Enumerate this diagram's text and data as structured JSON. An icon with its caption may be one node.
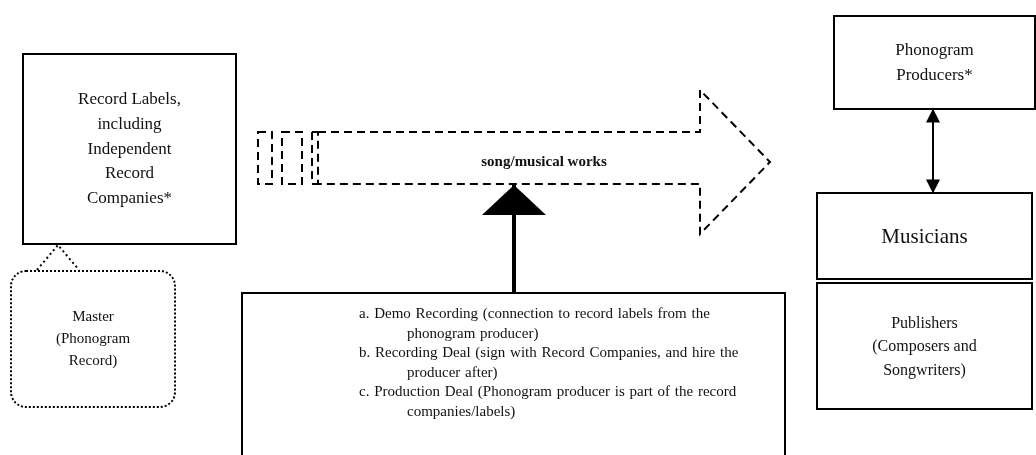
{
  "diagram": {
    "nodes": [
      {
        "text": [
          "Record Labels, including Independent Record Companies*"
        ]
      },
      {
        "text": [
          "Master (Phonogram Record)"
        ]
      },
      {
        "text": [
          "song/musical works"
        ]
      },
      {
        "text": [
          "a. Demo Recording (connection to record labels from the phonogram producer)",
          "b. Recording Deal (sign with Record Companies, and hire the producer after)",
          "c. Production Deal (Phonogram producer is part of the record companies/labels)"
        ]
      },
      {
        "text": [
          "Phonogram Producers*"
        ]
      },
      {
        "text": [
          "Musicians"
        ]
      },
      {
        "text": [
          "Publishers (Composers and Songwriters)"
        ]
      }
    ],
    "edges": [
      {
        "from": 1,
        "to": 0,
        "arrow": "none",
        "style": "dashed"
      },
      {
        "from": 3,
        "to": 2,
        "arrow": "to",
        "style": "thick"
      },
      {
        "from": 4,
        "to": 5,
        "arrow": "both"
      }
    ]
  }
}
